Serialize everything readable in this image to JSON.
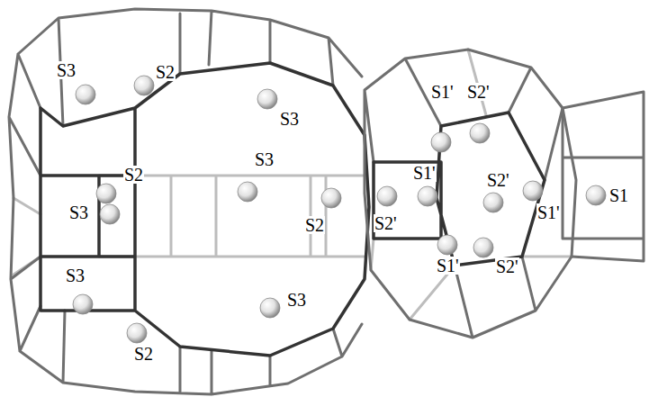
{
  "diagram": {
    "labels": [
      "S3",
      "S2",
      "S3",
      "S3",
      "S2",
      "S3",
      "S2",
      "S3",
      "S3",
      "S2",
      "S1'",
      "S2'",
      "S1'",
      "S2'",
      "S2'",
      "S1'",
      "S1",
      "S1'",
      "S2'"
    ]
  }
}
